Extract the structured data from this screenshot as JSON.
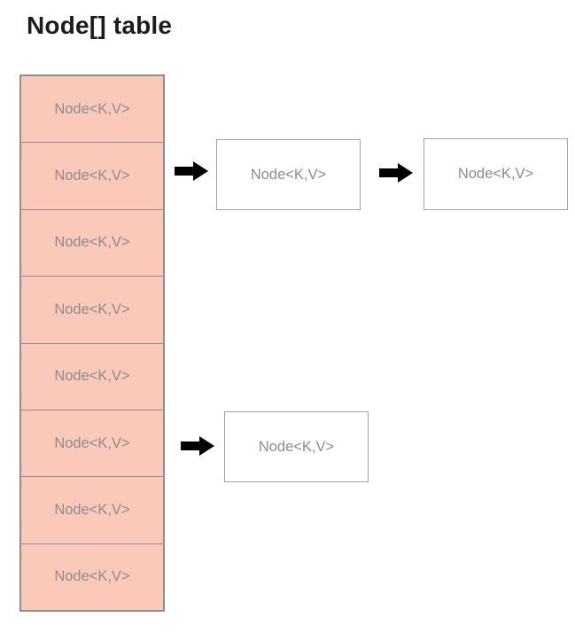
{
  "title": "Node[] table",
  "table": {
    "cells": [
      {
        "label": "Node<K,V>"
      },
      {
        "label": "Node<K,V>"
      },
      {
        "label": "Node<K,V>"
      },
      {
        "label": "Node<K,V>"
      },
      {
        "label": "Node<K,V>"
      },
      {
        "label": "Node<K,V>"
      },
      {
        "label": "Node<K,V>"
      },
      {
        "label": "Node<K,V>"
      }
    ]
  },
  "chains": [
    {
      "from_row": 2,
      "nodes": [
        {
          "label": "Node<K,V>"
        },
        {
          "label": "Node<K,V>"
        }
      ]
    },
    {
      "from_row": 6,
      "nodes": [
        {
          "label": "Node<K,V>"
        }
      ]
    }
  ],
  "icons": {
    "arrow_right": "solid black right-pointing arrow"
  },
  "colors": {
    "background": "#ffffff",
    "cell_fill": "#fbc9ba",
    "cell_border": "#8f8f8f",
    "box_border": "#a3a3a3",
    "label_text": "#8c8c8c",
    "title_text": "#1c1c1c",
    "arrow": "#000000"
  }
}
